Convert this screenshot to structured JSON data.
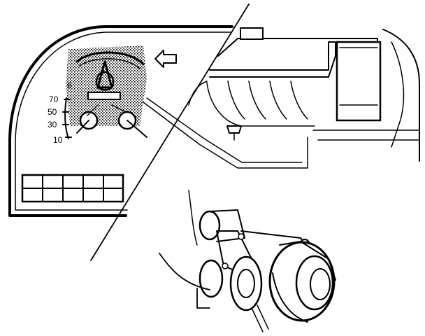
{
  "figure": {
    "kind": "technical line illustration",
    "ink_color": "#000000",
    "background_color": "#ffffff"
  },
  "gauge": {
    "scale_labels": [
      "70",
      "50",
      "30",
      "10"
    ],
    "corner_label": "6",
    "marker": "arrow-left-icon"
  }
}
